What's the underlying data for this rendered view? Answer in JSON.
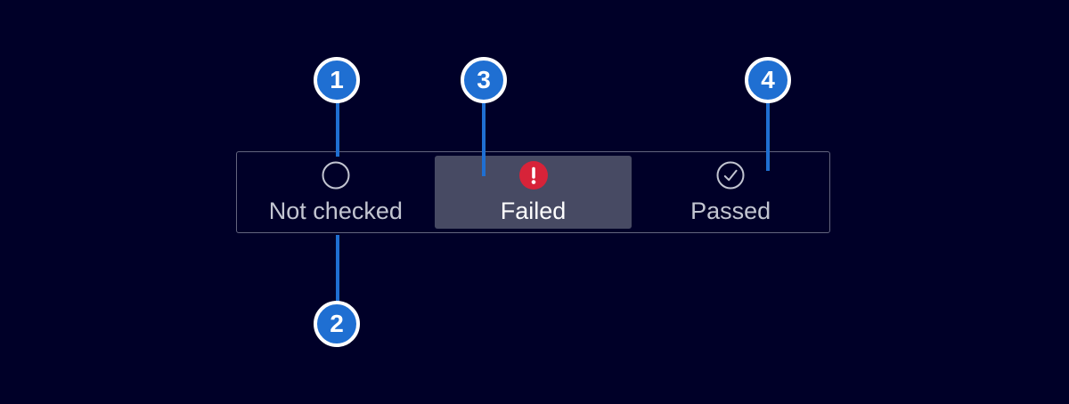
{
  "page": {
    "background_color": "#000028"
  },
  "status_toggle": {
    "options": [
      {
        "label": "Not checked",
        "icon": "circle-outline-icon",
        "state": "default"
      },
      {
        "label": "Failed",
        "icon": "alert-circle-icon",
        "state": "selected"
      },
      {
        "label": "Passed",
        "icon": "check-circle-icon",
        "state": "default"
      }
    ],
    "selected_label": "Failed"
  },
  "callouts": [
    {
      "number": "1"
    },
    {
      "number": "2"
    },
    {
      "number": "3"
    },
    {
      "number": "4"
    }
  ],
  "colors": {
    "background": "#000028",
    "control_border": "#63657e",
    "selected_segment_fill": "#474a63",
    "muted_text": "#c2c5d1",
    "selected_text": "#ffffff",
    "alert_red": "#d72339",
    "callout_blue": "#1f6fd2",
    "badge_ring": "#ffffff"
  }
}
